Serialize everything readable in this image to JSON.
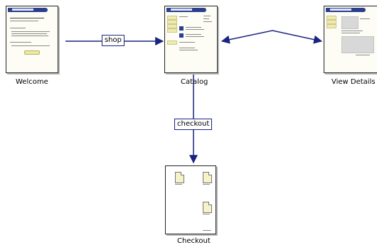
{
  "nodes": {
    "welcome": {
      "caption": "Welcome"
    },
    "catalog": {
      "caption": "Catalog"
    },
    "view_details": {
      "caption": "View Details"
    },
    "checkout": {
      "caption": "Checkout"
    }
  },
  "edges": {
    "welcome_to_catalog": {
      "label": "shop"
    },
    "catalog_to_checkout": {
      "label": "checkout"
    },
    "catalog_view_details": {
      "label": ""
    }
  },
  "colors": {
    "edge": "#1a237e",
    "page_bar": "#2c3f8c",
    "page_bg": "#fdfdf5"
  }
}
